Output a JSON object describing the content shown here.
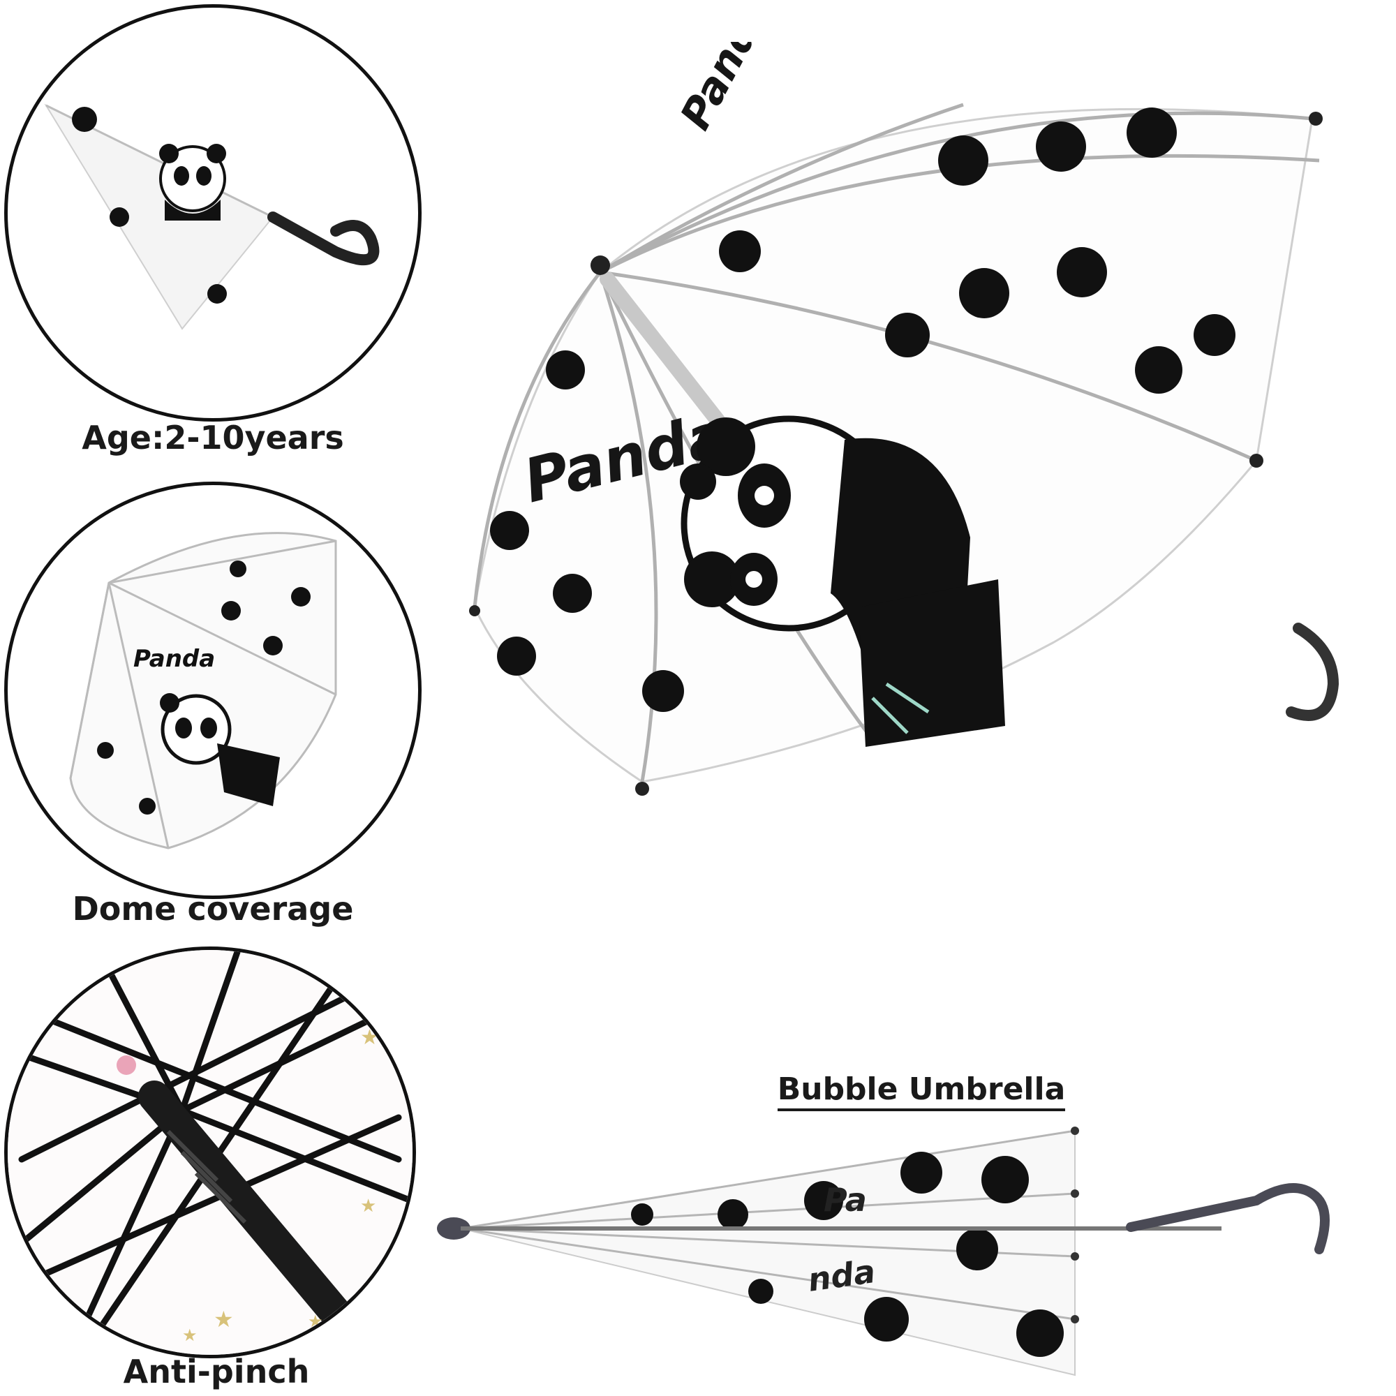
{
  "captions": {
    "age": "Age:2-10years",
    "dome": "Dome coverage",
    "anti_pinch": "Anti-pinch",
    "bubble": "Bubble Umbrella"
  },
  "canopy_print": {
    "brand_main": "Panda",
    "brand_top": "Panda",
    "brand_small": "Panda",
    "brand_closed_1": "Pa",
    "brand_closed_2": "nda"
  },
  "colors": {
    "ink": "#111111",
    "rib": "#a9a9a9",
    "bamboo": "#9fd8c8",
    "star": "#d8c27a",
    "pink": "#e58fa8"
  }
}
